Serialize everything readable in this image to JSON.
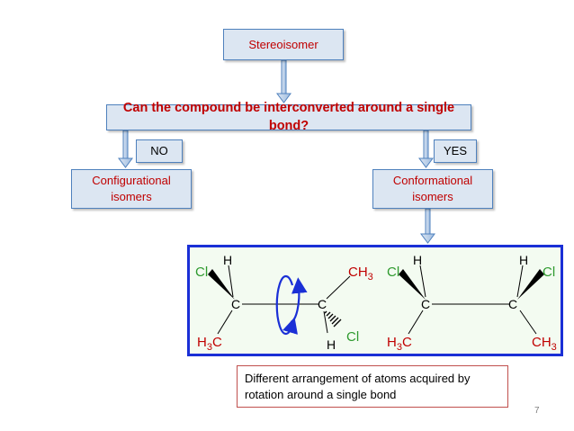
{
  "title": "Stereoisomer",
  "question": "Can the compound be interconverted around a single bond?",
  "no_label": "NO",
  "yes_label": "YES",
  "configurational": {
    "line1": "Configurational",
    "line2": "isomers"
  },
  "conformational": {
    "line1": "Conformational",
    "line2": "isomers"
  },
  "caption": {
    "line1": "Different arrangement of atoms acquired by",
    "line2": "rotation around a single bond"
  },
  "page_number": "7",
  "molecule1": {
    "cl_left": "Cl",
    "h_top": "H",
    "c_left": "C",
    "c_right": "C",
    "ch3": "CH",
    "ch3_sub": "3",
    "h3c": "H",
    "h3c_sub": "3",
    "h3c_c": "C",
    "cl_right": "Cl",
    "h_bottom": "H"
  },
  "molecule2": {
    "cl_left": "Cl",
    "h_left": "H",
    "c_left": "C",
    "c_right": "C",
    "h_right": "H",
    "cl_right": "Cl",
    "h3c": "H",
    "h3c_sub": "3",
    "h3c_c": "C",
    "ch3": "CH",
    "ch3_sub": "3"
  },
  "colors": {
    "box_fill": "#dce6f2",
    "box_border": "#4f81bd",
    "accent_red": "#c00000",
    "panel_border": "#1a2fd6"
  }
}
